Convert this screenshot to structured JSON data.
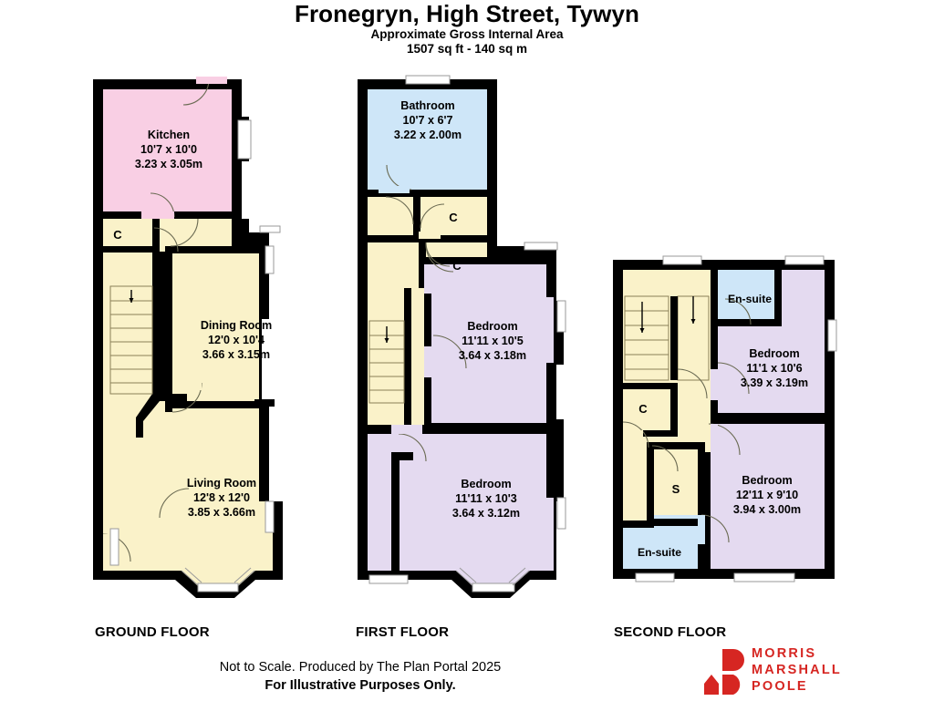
{
  "header": {
    "title": "Fronegryn, High Street, Tywyn",
    "subtitle_line1": "Approximate Gross Internal Area",
    "subtitle_line2": "1507 sq ft - 140 sq m"
  },
  "footer": {
    "line1": "Not to Scale. Produced by The Plan Portal 2025",
    "line2": "For Illustrative Purposes Only."
  },
  "logo": {
    "line1": "MORRIS",
    "line2": "MARSHALL",
    "line3": "POOLE",
    "color": "#d62622"
  },
  "colors": {
    "wall": "#000000",
    "hall_cream": "#faf2c9",
    "kitchen_pink": "#f9cfe4",
    "bathroom_blue": "#cee6f8",
    "bedroom_lavender": "#e4daf0",
    "window_fill": "#ffffff",
    "window_stroke": "#9a9a9a"
  },
  "floors": [
    {
      "id": "ground",
      "label": "GROUND FLOOR",
      "rooms": [
        {
          "name": "Kitchen",
          "dim_imperial": "10'7 x 10'0",
          "dim_metric": "3.23 x 3.05m",
          "color": "kitchen_pink"
        },
        {
          "name": "Dining Room",
          "dim_imperial": "12'0 x 10'4",
          "dim_metric": "3.66 x 3.15m",
          "color": "hall_cream"
        },
        {
          "name": "Living Room",
          "dim_imperial": "12'8 x 12'0",
          "dim_metric": "3.85 x 3.66m",
          "color": "hall_cream"
        }
      ],
      "closets": [
        "C"
      ]
    },
    {
      "id": "first",
      "label": "FIRST FLOOR",
      "rooms": [
        {
          "name": "Bathroom",
          "dim_imperial": "10'7 x 6'7",
          "dim_metric": "3.22 x 2.00m",
          "color": "bathroom_blue"
        },
        {
          "name": "Bedroom",
          "dim_imperial": "11'11 x 10'5",
          "dim_metric": "3.64 x 3.18m",
          "color": "bedroom_lavender"
        },
        {
          "name": "Bedroom",
          "dim_imperial": "11'11 x 10'3",
          "dim_metric": "3.64 x 3.12m",
          "color": "bedroom_lavender"
        }
      ],
      "closets": [
        "C",
        "C"
      ]
    },
    {
      "id": "second",
      "label": "SECOND FLOOR",
      "rooms": [
        {
          "name": "En-suite",
          "dim_imperial": "",
          "dim_metric": "",
          "color": "bathroom_blue"
        },
        {
          "name": "Bedroom",
          "dim_imperial": "11'1 x 10'6",
          "dim_metric": "3.39 x 3.19m",
          "color": "bedroom_lavender"
        },
        {
          "name": "Bedroom",
          "dim_imperial": "12'11 x 9'10",
          "dim_metric": "3.94 x 3.00m",
          "color": "bedroom_lavender"
        },
        {
          "name": "En-suite",
          "dim_imperial": "",
          "dim_metric": "",
          "color": "bathroom_blue"
        }
      ],
      "closets": [
        "C",
        "S"
      ]
    }
  ],
  "ground_plan": {
    "kitchen_name": "Kitchen",
    "kitchen_imp": "10'7 x 10'0",
    "kitchen_met": "3.23 x 3.05m",
    "dining_name": "Dining Room",
    "dining_imp": "12'0 x 10'4",
    "dining_met": "3.66 x 3.15m",
    "living_name": "Living Room",
    "living_imp": "12'8 x 12'0",
    "living_met": "3.85 x 3.66m",
    "closet_c": "C"
  },
  "first_plan": {
    "bathroom_name": "Bathroom",
    "bathroom_imp": "10'7 x 6'7",
    "bathroom_met": "3.22 x 2.00m",
    "bed1_name": "Bedroom",
    "bed1_imp": "11'11 x 10'5",
    "bed1_met": "3.64 x 3.18m",
    "bed2_name": "Bedroom",
    "bed2_imp": "11'11 x 10'3",
    "bed2_met": "3.64 x 3.12m",
    "closet_c1": "C",
    "closet_c2": "C"
  },
  "second_plan": {
    "ensuite1_name": "En-suite",
    "bed1_name": "Bedroom",
    "bed1_imp": "11'1 x 10'6",
    "bed1_met": "3.39 x 3.19m",
    "bed2_name": "Bedroom",
    "bed2_imp": "12'11 x 9'10",
    "bed2_met": "3.94 x 3.00m",
    "ensuite2_name": "En-suite",
    "closet_c": "C",
    "closet_s": "S"
  }
}
